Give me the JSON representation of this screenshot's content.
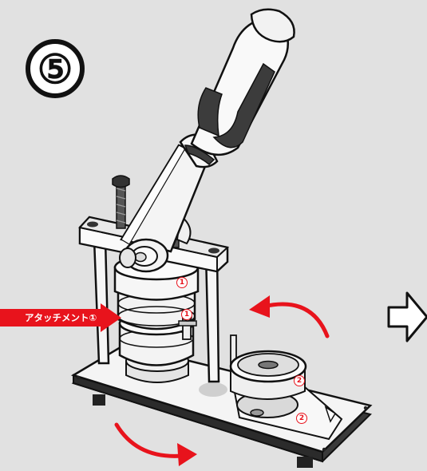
{
  "step_number": "⑤",
  "callout_label": "アタッチメント①",
  "attachment_markers": [
    "1",
    "1",
    "2",
    "2"
  ],
  "colors": {
    "background": "#e1e1e1",
    "accent_red": "#e8131c",
    "outline": "#111111",
    "handle_grip": "#3c3c3c"
  },
  "icons": {
    "step_badge": "circled-number-5",
    "next_arrow": "outline-right-arrow-icon",
    "rotate_arrows": "curved-arrow-icon"
  }
}
